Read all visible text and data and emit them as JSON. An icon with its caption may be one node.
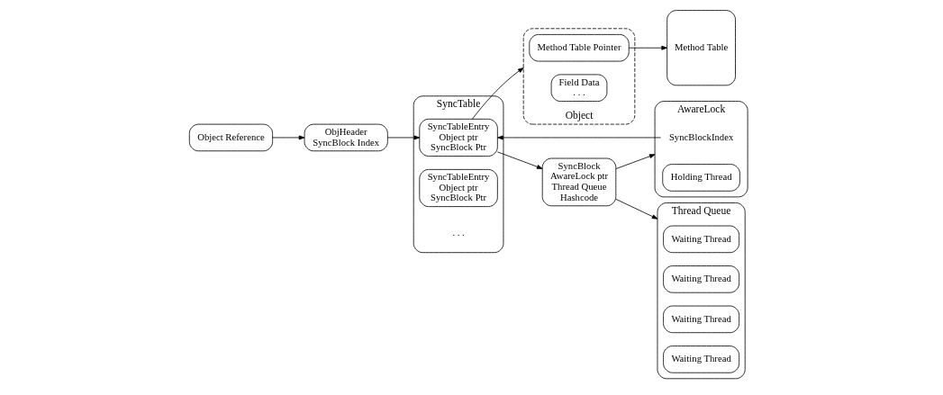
{
  "diagram": {
    "nodes": [
      {
        "text": [
          "Object Reference"
        ]
      },
      {
        "text": [
          "ObjHeader",
          "SyncBlock Index"
        ]
      },
      {
        "text": [
          "Object"
        ]
      },
      {
        "text": [
          "Method Table Pointer"
        ],
        "in": 2
      },
      {
        "text": [
          "Field Data",
          ". . ."
        ],
        "in": 2
      },
      {
        "text": [
          "SyncTable"
        ]
      },
      {
        "text": [
          "SyncTableEntry",
          "Object ptr",
          "SyncBlock Ptr"
        ],
        "in": 5
      },
      {
        "text": [
          "SyncTableEntry",
          "Object ptr",
          "SyncBlock Ptr"
        ],
        "in": 5
      },
      {
        "text": [
          "Method Table"
        ]
      },
      {
        "text": [
          "SyncBlock",
          "AwareLock ptr",
          "Thread Queue",
          "Hashcode"
        ]
      },
      {
        "text": [
          "AwareLock"
        ]
      },
      {
        "text": [
          "SyncBlockIndex"
        ],
        "in": 10
      },
      {
        "text": [
          "Holding Thread"
        ],
        "in": 10
      },
      {
        "text": [
          "Thread Queue"
        ]
      },
      {
        "text": [
          "Waiting Thread"
        ],
        "in": 13
      },
      {
        "text": [
          "Waiting Thread"
        ],
        "in": 13
      },
      {
        "text": [
          "Waiting Thread"
        ],
        "in": 13
      },
      {
        "text": [
          "Waiting Thread"
        ],
        "in": 13
      }
    ],
    "edges": [
      {
        "from": 0,
        "to": 1,
        "arrow": "to"
      },
      {
        "from": 1,
        "to": 6,
        "arrow": "to"
      },
      {
        "from": 6,
        "to": 2,
        "arrow": "to"
      },
      {
        "from": 3,
        "to": 8,
        "arrow": "to"
      },
      {
        "from": 6,
        "to": 9,
        "arrow": "to"
      },
      {
        "from": 11,
        "to": 6,
        "arrow": "to"
      },
      {
        "from": 9,
        "to": 10,
        "arrow": "to"
      },
      {
        "from": 9,
        "to": 13,
        "arrow": "to"
      }
    ],
    "labels": [
      ". . ."
    ]
  }
}
